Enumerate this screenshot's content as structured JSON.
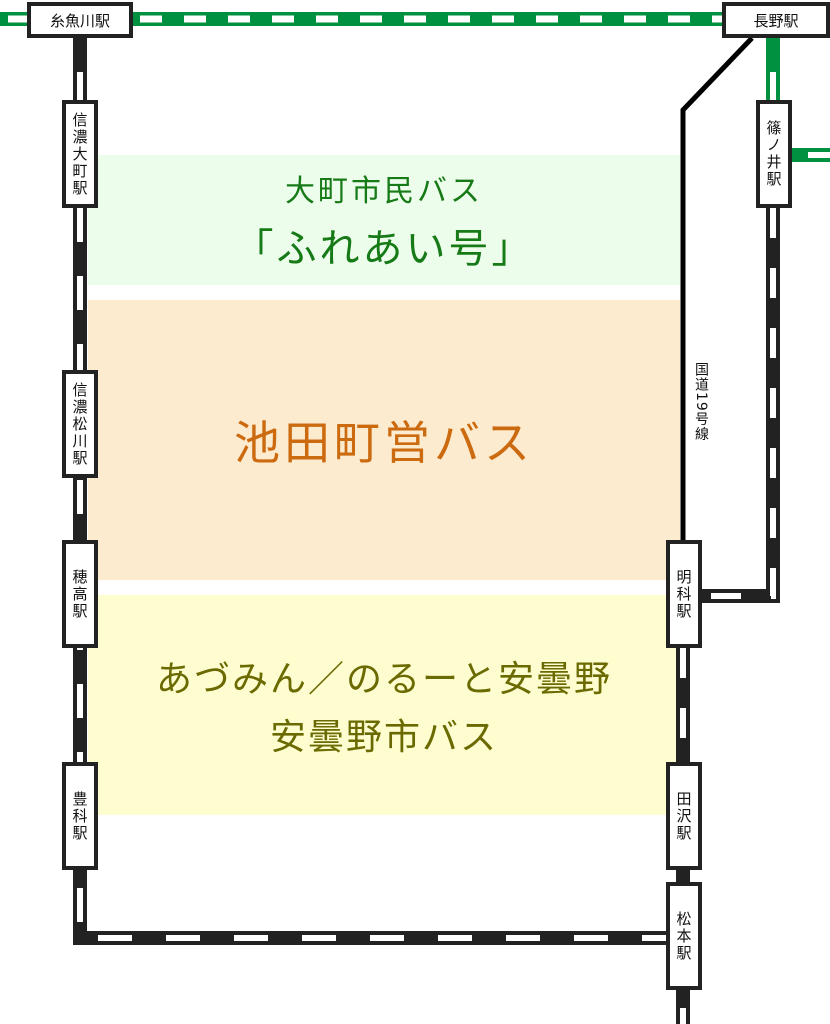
{
  "colors": {
    "jr_green": "#009140",
    "rail_dark": "#222222",
    "area_green": "#edfdec",
    "area_orange": "#fdebcf",
    "area_yellow": "#fefdd0",
    "text_green": "#167a16",
    "text_orange": "#cc6a10",
    "text_olive": "#6b6a00"
  },
  "stations": {
    "itoigawa": "糸魚川駅",
    "nagano": "長野駅",
    "shinano_omachi": "信濃大町駅",
    "shinonoi": "篠ノ井駅",
    "shinano_matsukawa": "信濃松川駅",
    "hotaka": "穂高駅",
    "toyoshina": "豊科駅",
    "akashina": "明科駅",
    "tazawa": "田沢駅",
    "matsumoto": "松本駅"
  },
  "road": "国道19号線",
  "areas": {
    "omachi": {
      "line1": "大町市民バス",
      "line2": "「ふれあい号」"
    },
    "ikeda": {
      "line1": "池田町営バス"
    },
    "azumino": {
      "line1": "あづみん／のるーと安曇野",
      "line2": "安曇野市バス"
    }
  }
}
